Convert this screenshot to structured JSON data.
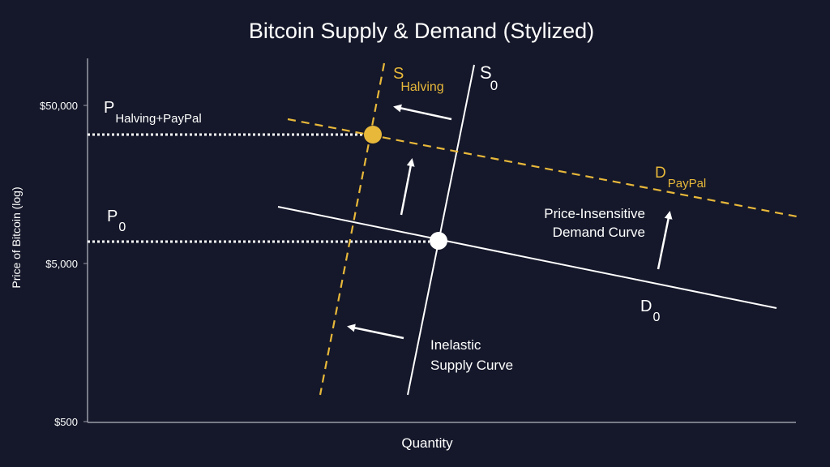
{
  "chart_data": {
    "type": "line",
    "title": "Bitcoin Supply & Demand (Stylized)",
    "xlabel": "Quantity",
    "ylabel": "Price of Bitcoin (log)",
    "yscale": "log",
    "y_ticks": [
      "$50,000",
      "$5,000",
      "$500"
    ],
    "series": [
      {
        "name": "S0",
        "label_main": "S",
        "label_sub": "0",
        "style": "solid",
        "color": "#ffffff"
      },
      {
        "name": "S Halving",
        "label_main": "S",
        "label_sub": "Halving",
        "style": "dashed",
        "color": "#e8b83a"
      },
      {
        "name": "D0",
        "label_main": "D",
        "label_sub": "0",
        "style": "solid",
        "color": "#ffffff"
      },
      {
        "name": "D PayPal",
        "label_main": "D",
        "label_sub": "PayPal",
        "style": "dashed",
        "color": "#e8b83a"
      }
    ],
    "price_levels": [
      {
        "label_main": "P",
        "label_sub": "Halving+PayPal"
      },
      {
        "label_main": "P",
        "label_sub": "0"
      }
    ],
    "annotations": {
      "demand_line1": "Price-Insensitive",
      "demand_line2": "Demand Curve",
      "supply_line1": "Inelastic",
      "supply_line2": "Supply Curve"
    },
    "colors": {
      "background": "#15182a",
      "accent": "#e8b83a",
      "line": "#ffffff"
    }
  }
}
